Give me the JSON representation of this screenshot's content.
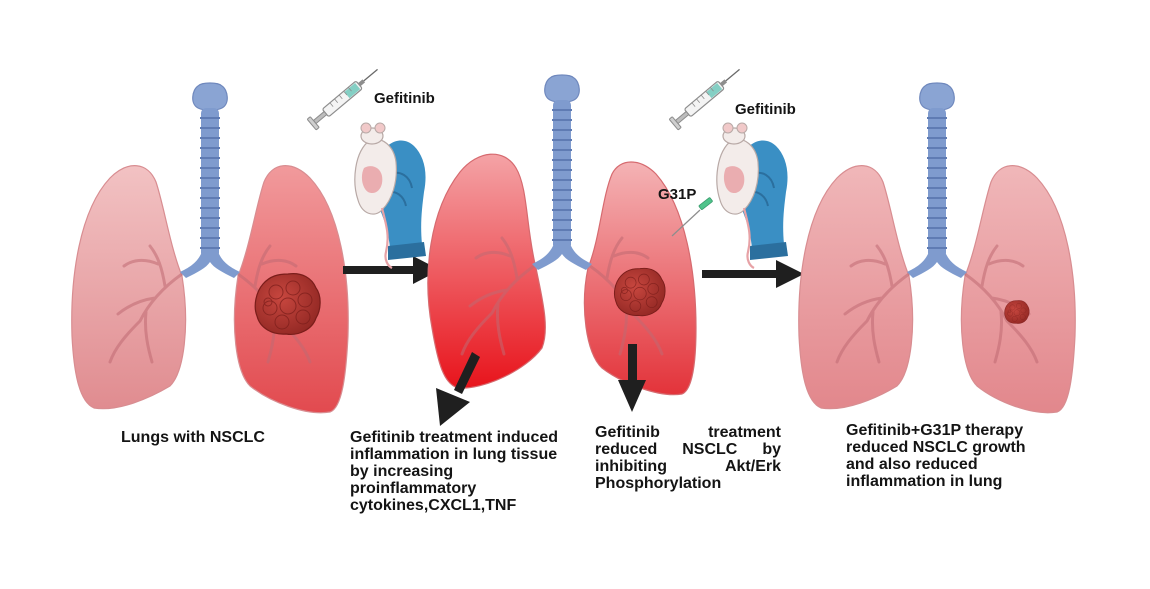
{
  "stages": [
    {
      "caption": "Lungs with NSCLC"
    },
    {
      "caption": "Gefitinib treatment induced inflammation in lung tissue by increasing proinflammatory cytokines,CXCL1,TNF"
    },
    {
      "caption": "Gefitinib treatment reduced NSCLC by inhibiting Akt/Erk Phosphorylation"
    },
    {
      "caption": "Gefitinib+G31P therapy reduced NSCLC growth and also reduced inflammation in lung"
    }
  ],
  "injections": [
    {
      "drug": "Gefitinib"
    },
    {
      "drug": "Gefitinib",
      "second_drug": "G31P"
    }
  ],
  "colors": {
    "lung_normal": "#e8a0a3",
    "lung_inflamed": "#e8232a",
    "trachea": "#7f9bce",
    "tumor": "#a8332f",
    "glove": "#3a8fc4",
    "arrow": "#1f1f1f"
  }
}
